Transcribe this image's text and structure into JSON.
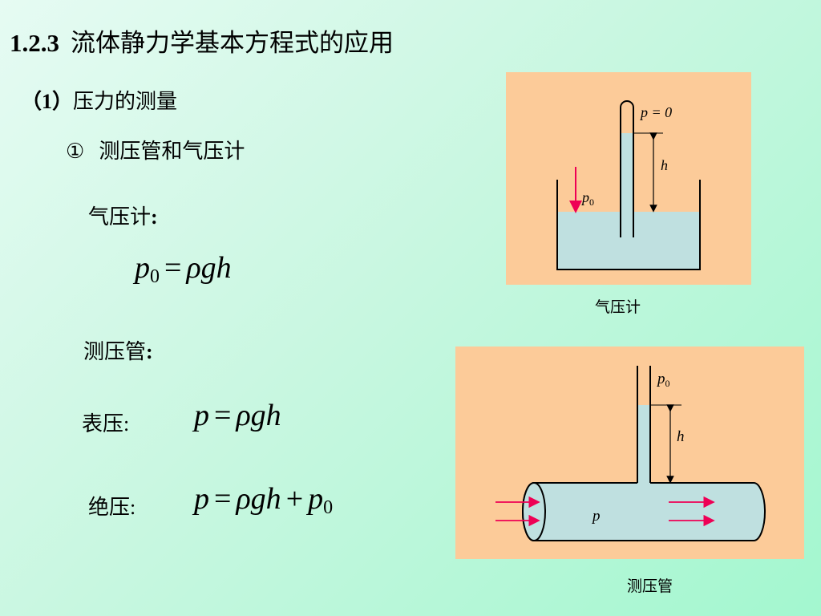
{
  "title": {
    "number": "1.2.3",
    "text": "流体静力学基本方程式的应用"
  },
  "section": {
    "marker": "（1）",
    "text": "压力的测量"
  },
  "subsection": {
    "marker": "①",
    "text": "测压管和气压计"
  },
  "barometer": {
    "label": "气压计",
    "colon": ":",
    "formula": {
      "lhs": "p",
      "lhs_sub": "0",
      "eq": "=",
      "rhs": "ρgh"
    },
    "figure": {
      "top_label": "p = 0",
      "height_label": "h",
      "pressure_label": "p",
      "pressure_sub": "0",
      "caption": "气压计"
    }
  },
  "piezometer": {
    "label": "测压管",
    "colon": ":",
    "gauge": {
      "label": "表压:",
      "lhs": "p",
      "eq": "=",
      "rhs": "ρgh"
    },
    "absolute": {
      "label": "绝压:",
      "lhs": "p",
      "eq": "=",
      "rhs": "ρgh",
      "plus": "+",
      "p0": "p",
      "p0_sub": "0"
    },
    "figure": {
      "top_label": "p",
      "top_sub": "0",
      "height_label": "h",
      "pipe_label": "p",
      "caption": "测压管"
    }
  },
  "colors": {
    "figure_bg": "#fccb99",
    "liquid": "#bfe0e0",
    "arrow": "#ee0055"
  }
}
